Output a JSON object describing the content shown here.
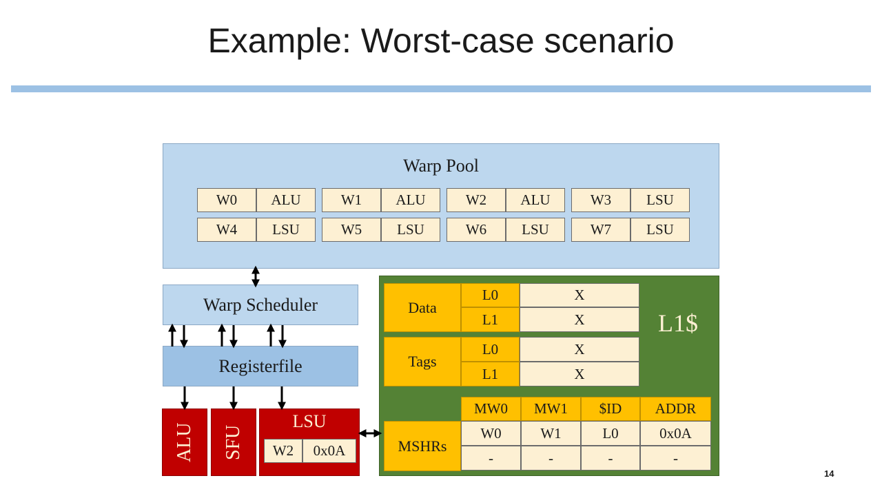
{
  "slide": {
    "title": "Example: Worst-case scenario",
    "page_number": "14"
  },
  "warp_pool": {
    "label": "Warp Pool",
    "rows": [
      [
        {
          "warp": "W0",
          "unit": "ALU"
        },
        {
          "warp": "W1",
          "unit": "ALU"
        },
        {
          "warp": "W2",
          "unit": "ALU"
        },
        {
          "warp": "W3",
          "unit": "LSU"
        }
      ],
      [
        {
          "warp": "W4",
          "unit": "LSU"
        },
        {
          "warp": "W5",
          "unit": "LSU"
        },
        {
          "warp": "W6",
          "unit": "LSU"
        },
        {
          "warp": "W7",
          "unit": "LSU"
        }
      ]
    ]
  },
  "warp_scheduler": {
    "label": "Warp Scheduler"
  },
  "registerfile": {
    "label": "Registerfile"
  },
  "units": {
    "alu": "ALU",
    "sfu": "SFU",
    "lsu": {
      "label": "LSU",
      "warp": "W2",
      "addr": "0x0A"
    }
  },
  "l1": {
    "label": "L1$",
    "data": {
      "label": "Data",
      "lines": [
        {
          "line": "L0",
          "value": "X"
        },
        {
          "line": "L1",
          "value": "X"
        }
      ]
    },
    "tags": {
      "label": "Tags",
      "lines": [
        {
          "line": "L0",
          "value": "X"
        },
        {
          "line": "L1",
          "value": "X"
        }
      ]
    },
    "mshrs": {
      "label": "MSHRs",
      "headers": [
        "MW0",
        "MW1",
        "$ID",
        "ADDR"
      ],
      "rows": [
        [
          "W0",
          "W1",
          "L0",
          "0x0A"
        ],
        [
          "-",
          "-",
          "-",
          "-"
        ]
      ]
    }
  },
  "colors": {
    "pool_bg": "#bdd7ee",
    "registerfile_bg": "#9cc1e4",
    "unit_red": "#c00000",
    "l1_green": "#548235",
    "gold": "#ffc000",
    "cell_bg": "#fdf0d3"
  }
}
